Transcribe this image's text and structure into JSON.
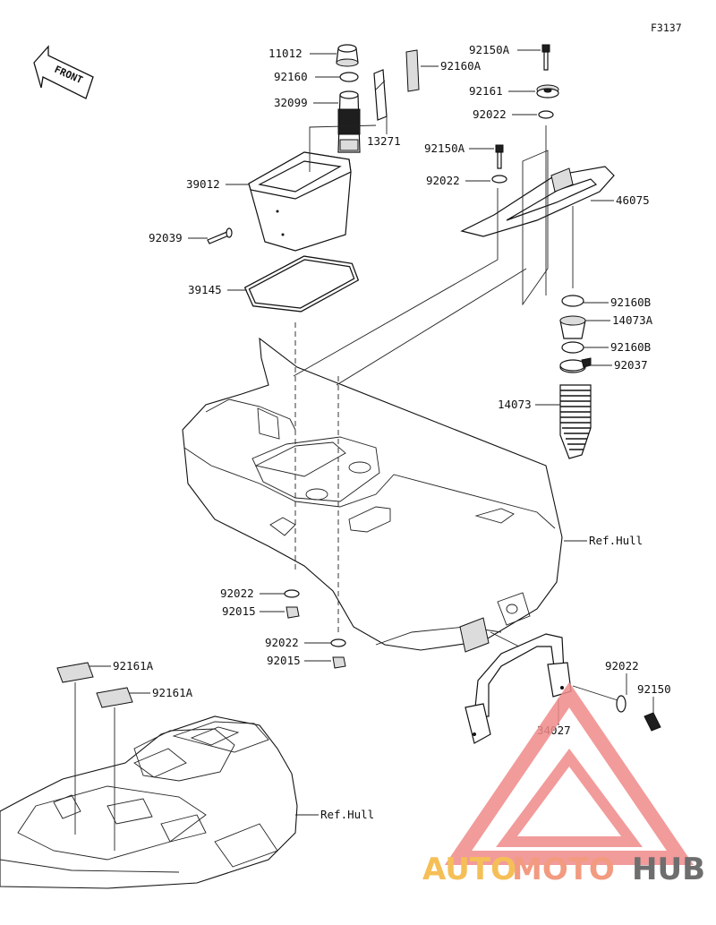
{
  "diagram_code": "F3137",
  "front_label": "FRONT",
  "part_labels": [
    {
      "id": "p11012",
      "text": "11012"
    },
    {
      "id": "p92160",
      "text": "92160"
    },
    {
      "id": "p32099",
      "text": "32099"
    },
    {
      "id": "p13271",
      "text": "13271"
    },
    {
      "id": "p92160A",
      "text": "92160A"
    },
    {
      "id": "p92150A_1",
      "text": "92150A"
    },
    {
      "id": "p92161",
      "text": "92161"
    },
    {
      "id": "p92022_1",
      "text": "92022"
    },
    {
      "id": "p92150A_2",
      "text": "92150A"
    },
    {
      "id": "p92022_2",
      "text": "92022"
    },
    {
      "id": "p46075",
      "text": "46075"
    },
    {
      "id": "p39012",
      "text": "39012"
    },
    {
      "id": "p92039",
      "text": "92039"
    },
    {
      "id": "p39145",
      "text": "39145"
    },
    {
      "id": "p92160B_1",
      "text": "92160B"
    },
    {
      "id": "p14073A",
      "text": "14073A"
    },
    {
      "id": "p92160B_2",
      "text": "92160B"
    },
    {
      "id": "p92037",
      "text": "92037"
    },
    {
      "id": "p14073",
      "text": "14073"
    },
    {
      "id": "refhull_1",
      "text": "Ref.Hull"
    },
    {
      "id": "p92022_3",
      "text": "92022"
    },
    {
      "id": "p92015_1",
      "text": "92015"
    },
    {
      "id": "p92022_4",
      "text": "92022"
    },
    {
      "id": "p92015_2",
      "text": "92015"
    },
    {
      "id": "p92161A_1",
      "text": "92161A"
    },
    {
      "id": "p92161A_2",
      "text": "92161A"
    },
    {
      "id": "p92022_5",
      "text": "92022"
    },
    {
      "id": "p92150",
      "text": "92150"
    },
    {
      "id": "p34027",
      "text": "34027"
    },
    {
      "id": "refhull_2",
      "text": "Ref.Hull"
    }
  ],
  "watermark": {
    "auto": "AUTO",
    "moto": "MOTO",
    "hub": "HUB",
    "colors": {
      "triangle": "#f08a8a",
      "auto": "#f4b53a",
      "moto": "#f08a6a",
      "hub": "#555555"
    }
  }
}
